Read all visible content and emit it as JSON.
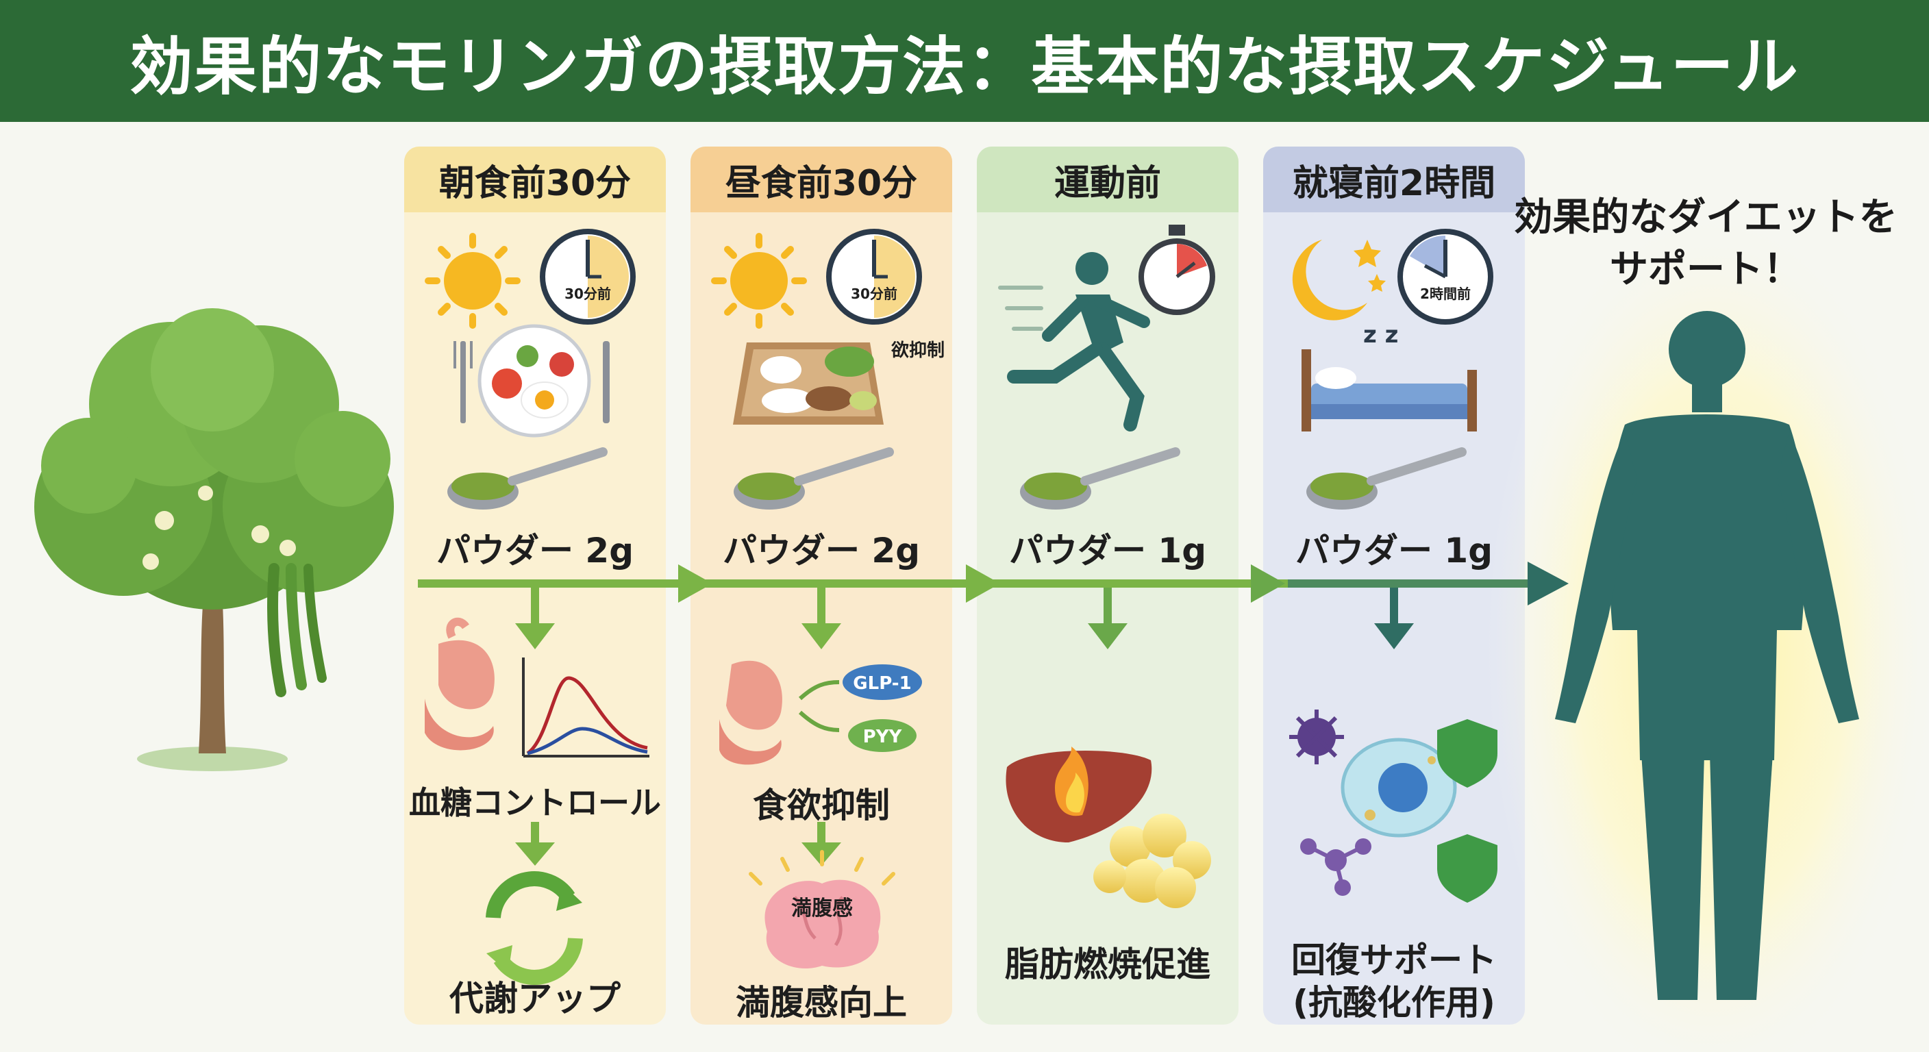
{
  "header": {
    "title": "効果的なモリンガの摂取方法：基本的な摂取スケジュール",
    "color": "#2c6a36"
  },
  "schedule": [
    {
      "timing": "朝食前30分",
      "clock_label": "30分前",
      "dose": "パウダー 2g",
      "effects": [
        "血糖コントロール",
        "代謝アップ"
      ],
      "header_color": "#f7e3a1",
      "panel_color": "#fbf1d3"
    },
    {
      "timing": "昼食前30分",
      "clock_label": "30分前",
      "callout": "欲抑制",
      "dose": "パウダー 2g",
      "hormones": [
        "GLP-1",
        "PYY"
      ],
      "effects": [
        "食欲抑制",
        "満腹感向上"
      ],
      "brain_label": "満腹感",
      "header_color": "#f6cf94",
      "panel_color": "#faeacd"
    },
    {
      "timing": "運動前",
      "dose": "パウダー 1g",
      "effects": [
        "脂肪燃焼促進"
      ],
      "header_color": "#cfe6bf",
      "panel_color": "#e8f1df"
    },
    {
      "timing": "就寝前2時間",
      "clock_label": "2時間前",
      "dose": "パウダー 1g",
      "effects": [
        "回復サポート",
        "(抗酸化作用)"
      ],
      "header_color": "#c3cbe3",
      "panel_color": "#e3e7f2"
    }
  ],
  "goal": {
    "text": "効果的なダイエットをサポート！"
  },
  "icons": [
    "moringa-tree",
    "sun-icon",
    "clock-icon",
    "breakfast-plate-icon",
    "lunch-tray-icon",
    "runner-icon",
    "stopwatch-icon",
    "moon-stars-icon",
    "bed-icon",
    "spoon-powder-icon",
    "stomach-icon",
    "glucose-curve-icon",
    "recycle-icon",
    "brain-icon",
    "liver-fire-icon",
    "fat-cells-icon",
    "virus-icon",
    "cell-icon",
    "shield-icon",
    "molecule-icon",
    "human-silhouette"
  ],
  "colors": {
    "flow_green": "#7bb446",
    "flow_teal": "#2f6d63",
    "body": "#2f6c68",
    "glow": "#fff6b8"
  }
}
